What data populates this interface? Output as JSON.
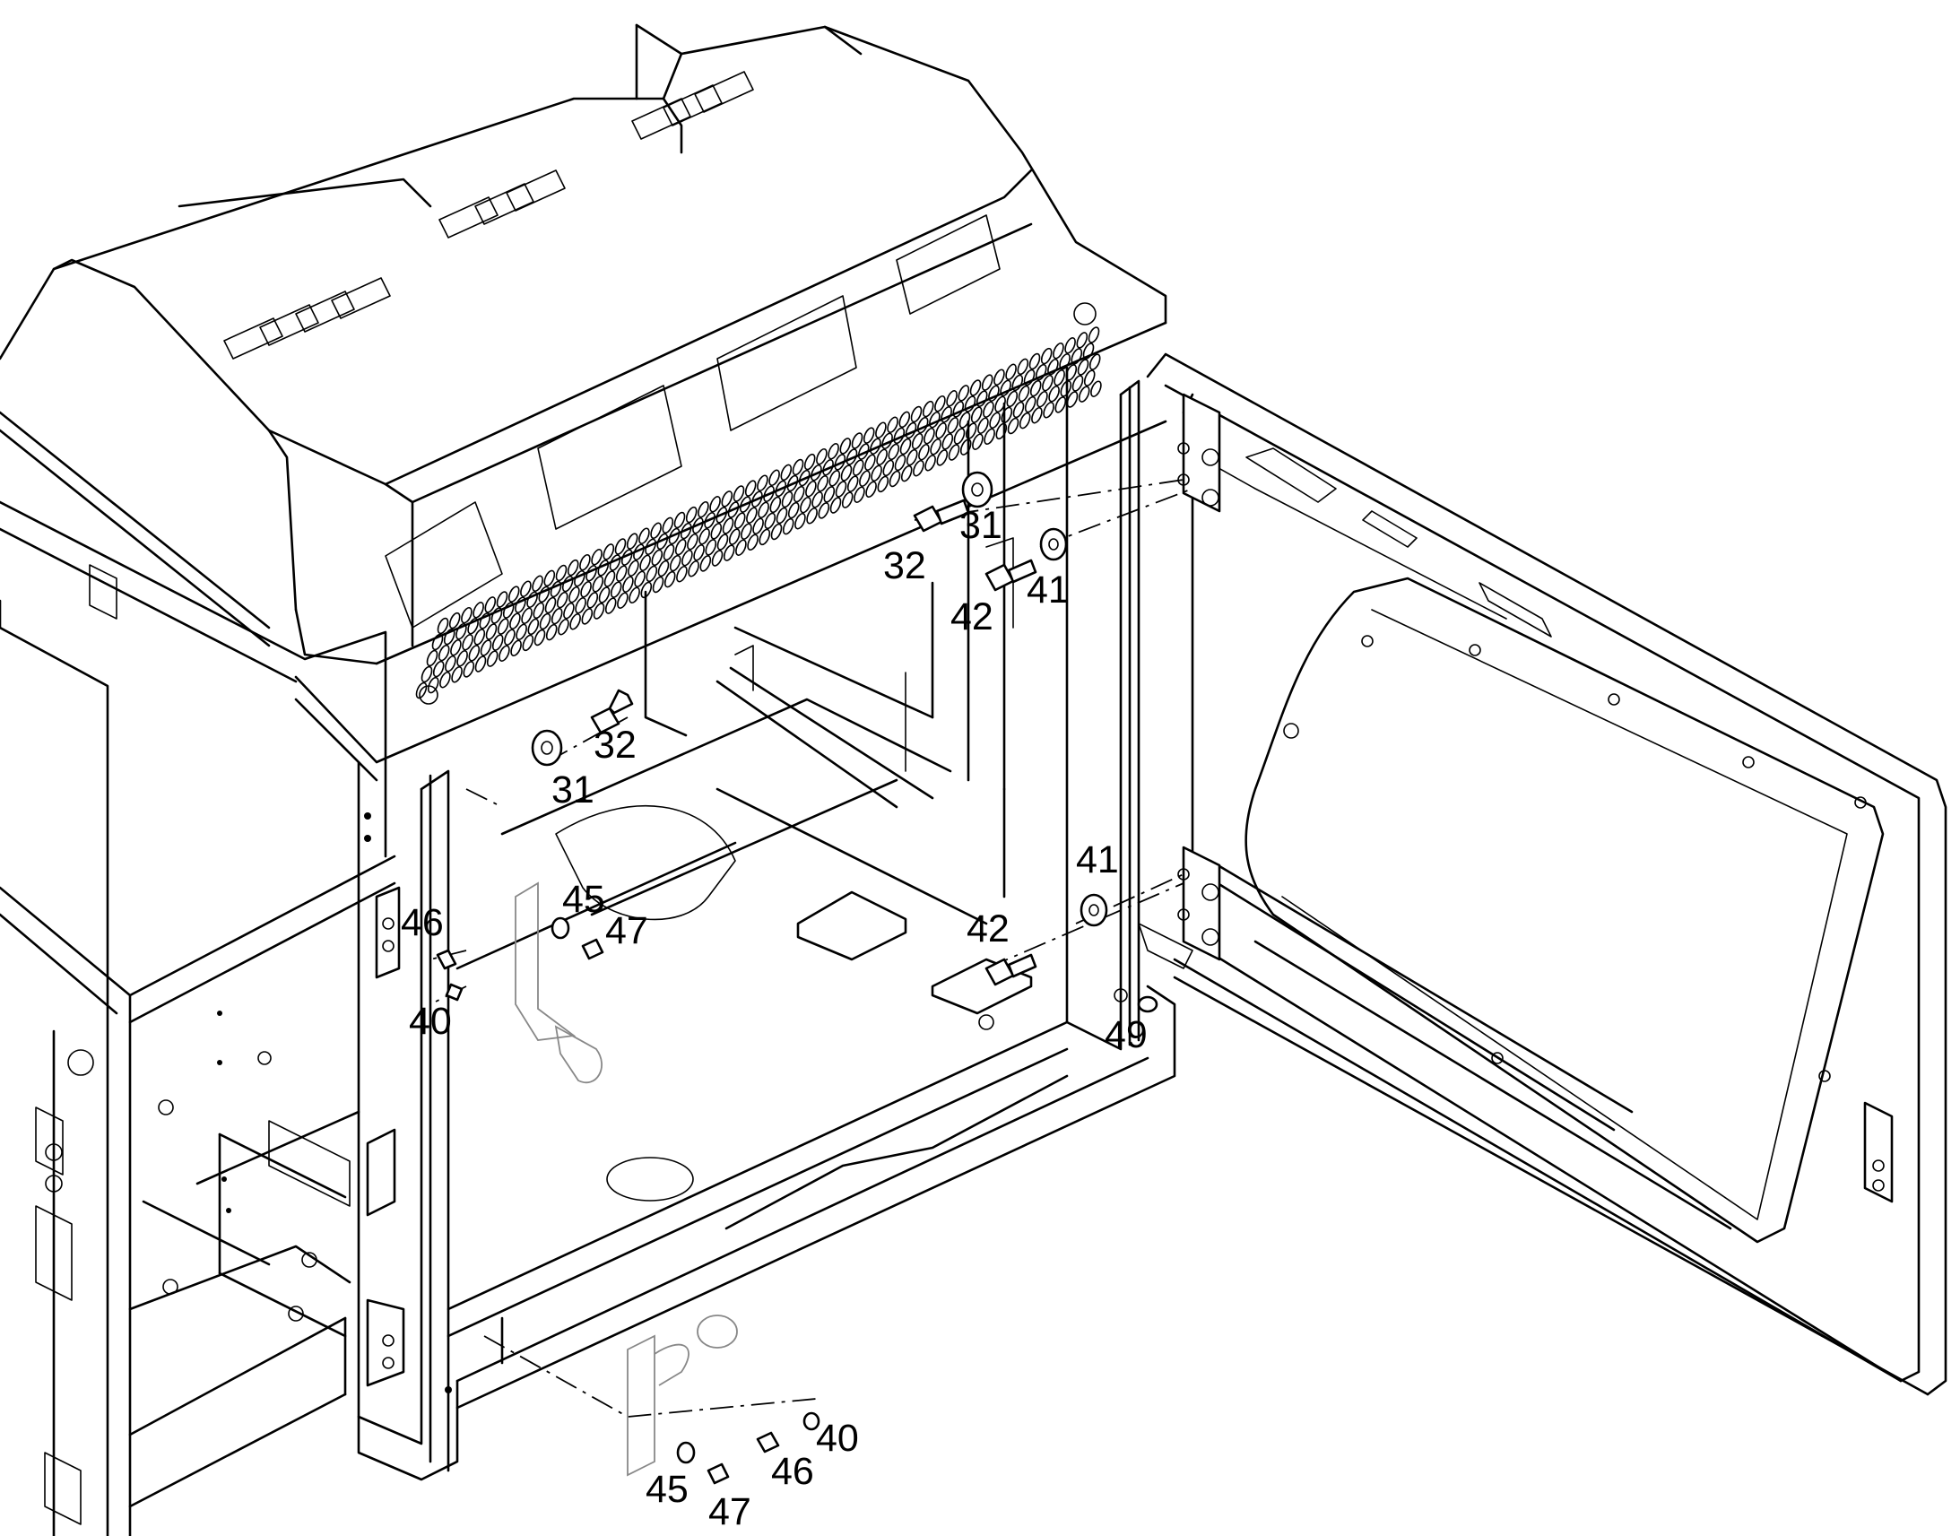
{
  "callouts": [
    {
      "id": "c-32a",
      "text": "32"
    },
    {
      "id": "c-31a",
      "text": "31"
    },
    {
      "id": "c-42a",
      "text": "42"
    },
    {
      "id": "c-41a",
      "text": "41"
    },
    {
      "id": "c-32b",
      "text": "32"
    },
    {
      "id": "c-31b",
      "text": "31"
    },
    {
      "id": "c-41b",
      "text": "41"
    },
    {
      "id": "c-42b",
      "text": "42"
    },
    {
      "id": "c-49",
      "text": "49"
    },
    {
      "id": "c-45a",
      "text": "45"
    },
    {
      "id": "c-47a",
      "text": "47"
    },
    {
      "id": "c-46a",
      "text": "46"
    },
    {
      "id": "c-40a",
      "text": "40"
    },
    {
      "id": "c-40b",
      "text": "40"
    },
    {
      "id": "c-46b",
      "text": "46"
    },
    {
      "id": "c-45b",
      "text": "45"
    },
    {
      "id": "c-47b",
      "text": "47"
    }
  ]
}
